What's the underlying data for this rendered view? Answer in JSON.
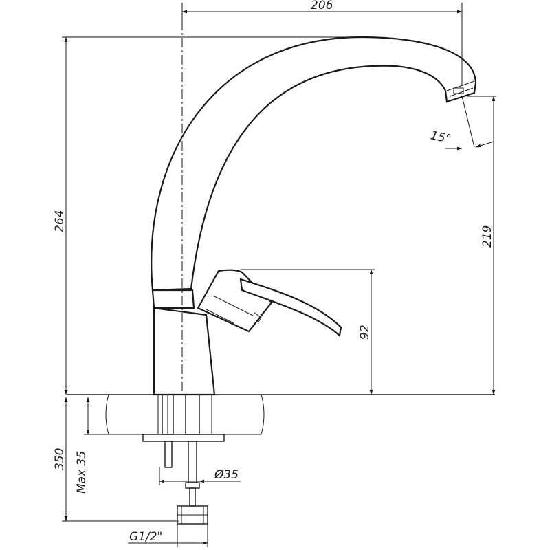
{
  "dimensions": {
    "width_top": "206",
    "height_total": "264",
    "spout_height": "219",
    "lever_height": "92",
    "angle": "15°",
    "below_counter": "350",
    "max_thickness": "Max 35",
    "hole_diameter": "Ø35",
    "thread": "G1/2\""
  },
  "colors": {
    "line": "#1a1a1a",
    "background": "#ffffff"
  }
}
